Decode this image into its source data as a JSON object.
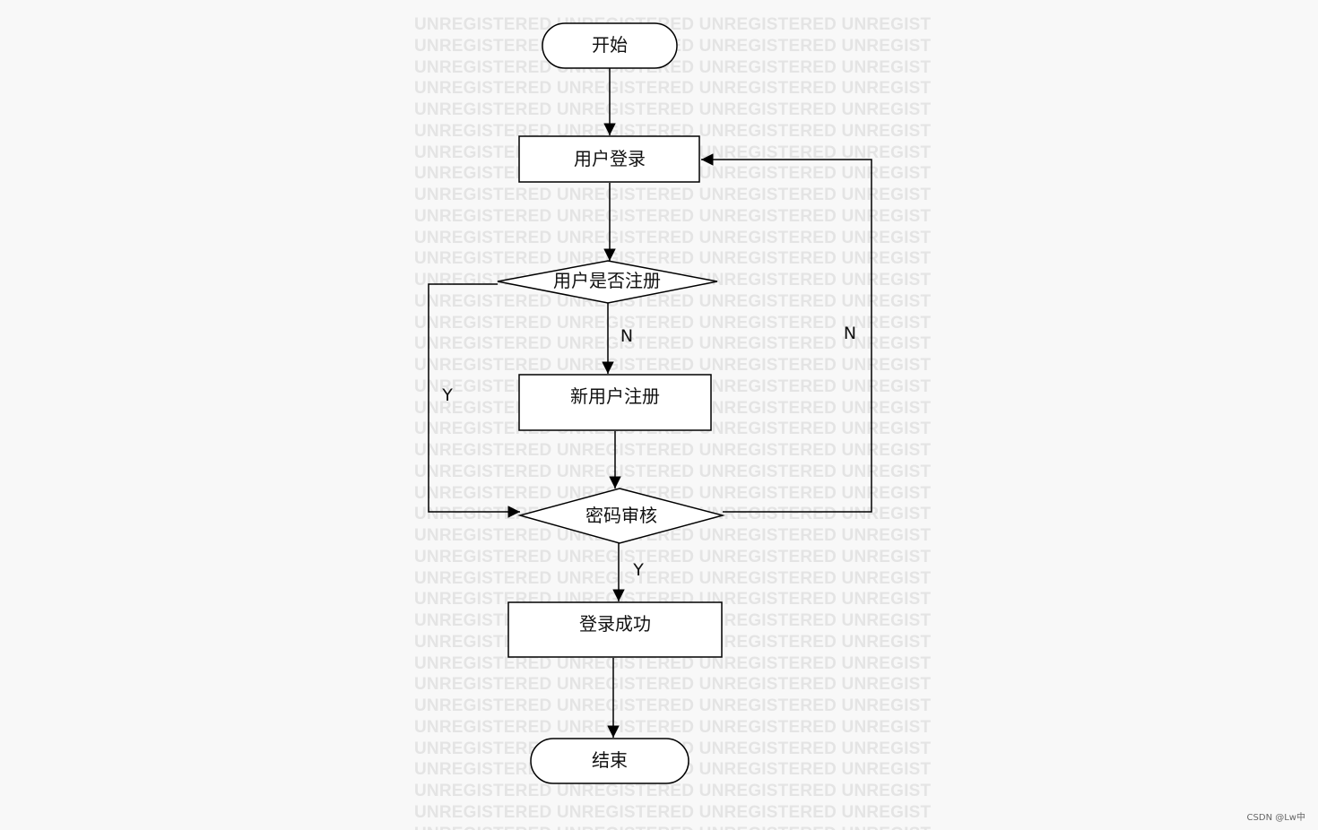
{
  "watermark": {
    "line": "UNREGISTERED UNREGISTERED UNREGISTERED UNREGIST",
    "rows": 39
  },
  "nodes": {
    "start": "开始",
    "login": "用户登录",
    "check_registered": "用户是否注册",
    "register": "新用户注册",
    "password_check": "密码审核",
    "login_success": "登录成功",
    "end": "结束"
  },
  "edges": {
    "not_registered": "N",
    "registered": "Y",
    "password_fail": "N",
    "password_ok": "Y"
  },
  "credit": "CSDN @Lw中"
}
